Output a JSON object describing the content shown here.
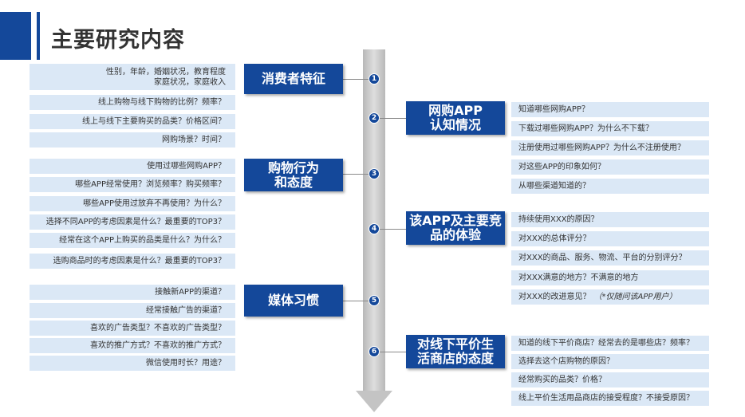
{
  "page": {
    "title": "主要研究内容"
  },
  "sections": [
    {
      "number": "1",
      "label": "消费者特征",
      "side": "left",
      "items": [
        {
          "line1": "性别，年龄，婚姻状况，教育程度",
          "line2": "家庭状况，家庭收入"
        },
        {
          "text": "线上购物与线下购物的比例？频率？"
        },
        {
          "text": "线上与线下主要购买的品类？价格区间？"
        },
        {
          "text": "网购场景？时间？"
        }
      ]
    },
    {
      "number": "2",
      "label": "网购APP认知情况",
      "label_line1": "网购APP",
      "label_line2": "认知情况",
      "side": "right",
      "items": [
        {
          "text": "知道哪些网购APP？"
        },
        {
          "text": "下载过哪些网购APP？为什么不下载？"
        },
        {
          "text": "注册使用过哪些网购APP？为什么不注册使用？"
        },
        {
          "text": "对这些APP的印象如何？"
        },
        {
          "text": "从哪些渠道知道的？"
        }
      ]
    },
    {
      "number": "3",
      "label": "购物行为和态度",
      "label_line1": "购物行为",
      "label_line2": "和态度",
      "side": "left",
      "items": [
        {
          "text": "使用过哪些网购APP？"
        },
        {
          "text": "哪些APP经常使用？浏览频率？购买频率？"
        },
        {
          "text": "哪些APP使用过放弃不再使用？为什么？"
        },
        {
          "text": "选择不同APP的考虑因素是什么？最重要的TOP3？"
        },
        {
          "text": "经常在这个APP上购买的品类是什么？为什么？"
        },
        {
          "text": "选购商品时的考虑因素是什么？最重要的TOP3？"
        }
      ]
    },
    {
      "number": "4",
      "label": "该APP及主要竞品的体验",
      "label_line1": "该APP及主要竞",
      "label_line2": "品的体验",
      "side": "right",
      "items": [
        {
          "text": "持续使用XXX的原因？"
        },
        {
          "text": "对XXX的总体评分？"
        },
        {
          "text": "对XXX的商品、服务、物流、平台的分别评分？"
        },
        {
          "text": "对XXX满意的地方？不满意的地方"
        },
        {
          "text": "对XXX的改进意见？",
          "note": "（*仅随问该APP用户）"
        }
      ]
    },
    {
      "number": "5",
      "label": "媒体习惯",
      "side": "left",
      "items": [
        {
          "text": "接触新APP的渠道？"
        },
        {
          "text": "经常接触广告的渠道？"
        },
        {
          "text": "喜欢的广告类型？不喜欢的广告类型？"
        },
        {
          "text": "喜欢的推广方式？不喜欢的推广方式？"
        },
        {
          "text": "微信使用时长？用途？"
        }
      ]
    },
    {
      "number": "6",
      "label": "对线下平价生活商店的态度",
      "label_line1": "对线下平价生",
      "label_line2": "活商店的态度",
      "side": "right",
      "items": [
        {
          "text": "知道的线下平价商店？经常去的是哪些店？频率？"
        },
        {
          "text": "选择去这个店购物的原因？"
        },
        {
          "text": "经常购买的品类？价格？"
        },
        {
          "text": "线上平价生活用品商店的接受程度？不接受原因？"
        }
      ]
    }
  ],
  "colors": {
    "accent": "#14489a",
    "box_fill": "#dbe8f6",
    "arrow": "#c4c4c4",
    "text": "#333333"
  }
}
